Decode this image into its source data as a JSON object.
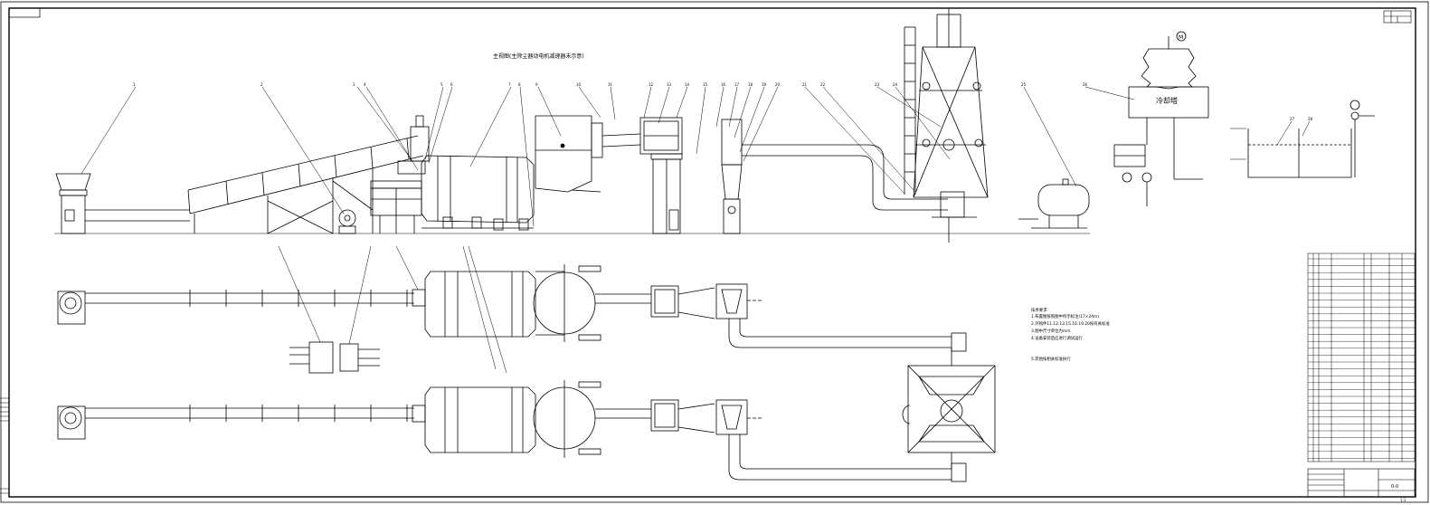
{
  "drawing": {
    "main_view_title": "主视图(主除尘器动电机减速器未示意)",
    "cooling_tower_label": "冷却塔",
    "motor_symbol": "M",
    "notes_title": "技术要求",
    "notes": [
      "1.布置图按照图中所示标注(17×24m)",
      "2.外购件11.12.13.15.16.19.20按有关标准",
      "3.图中尺寸单位为mm",
      "4.设备安装后应进行调试运行",
      "5.其他按相关标准执行"
    ],
    "sheet_code": "0-0",
    "sheet_number": "1:1"
  },
  "callouts": [
    "1",
    "2",
    "3",
    "4",
    "5",
    "6",
    "7",
    "8",
    "9",
    "10",
    "11",
    "12",
    "13",
    "14",
    "15",
    "16",
    "17",
    "18",
    "19",
    "20",
    "21",
    "22",
    "23",
    "24",
    "25",
    "26",
    "27",
    "28"
  ],
  "colors": {
    "line": "#000000",
    "background": "#ffffff"
  }
}
